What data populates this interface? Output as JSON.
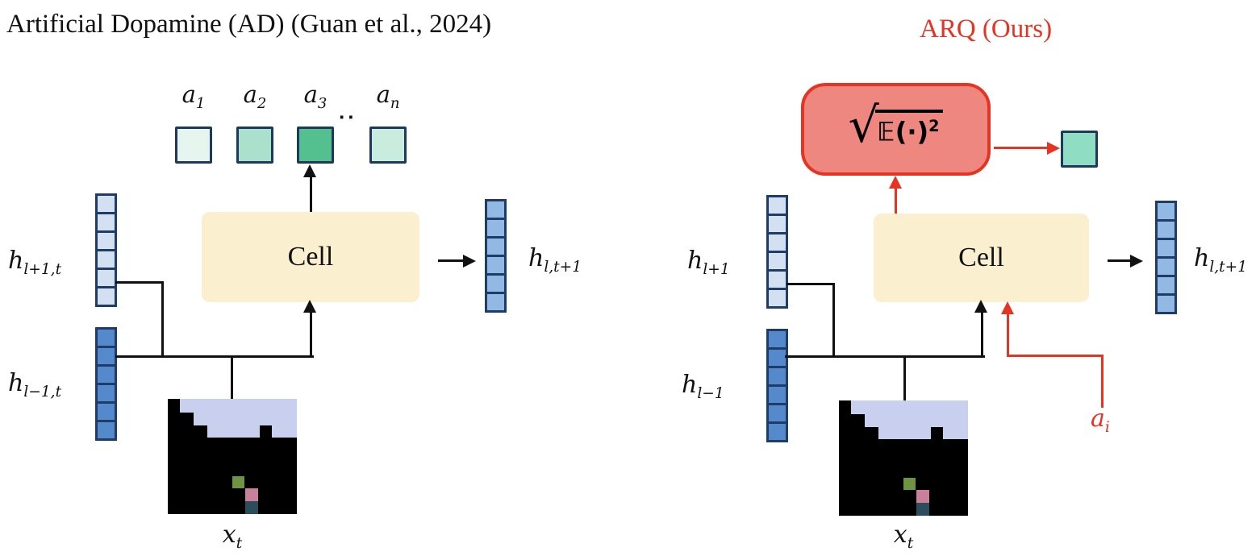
{
  "left": {
    "title": "Artificial Dopamine (AD) (Guan et al., 2024)",
    "dots": "∙∙",
    "actions": [
      {
        "label": {
          "base": "a",
          "sub": "1"
        },
        "fill": "#e6f5ee"
      },
      {
        "label": {
          "base": "a",
          "sub": "2"
        },
        "fill": "#abe0cd"
      },
      {
        "label": {
          "base": "a",
          "sub": "3"
        },
        "fill": "#54c08f"
      },
      {
        "label": {
          "base": "a",
          "sub": "n"
        },
        "fill": "#c9ecdf"
      }
    ],
    "cell_label": "Cell",
    "top_vector_label": {
      "base": "h",
      "sub": "l+1,t"
    },
    "bottom_vector_label": {
      "base": "h",
      "sub": "l−1,t"
    },
    "image_label": {
      "base": "x",
      "sub": "t"
    },
    "output_label": {
      "base": "h",
      "sub": "l,t+1"
    }
  },
  "right": {
    "title": "ARQ (Ours)",
    "formula": {
      "radical": "√",
      "radicand": "𝔼(·)",
      "exponent": "2"
    },
    "cell_label": "Cell",
    "top_vector_label": {
      "base": "h",
      "sub": "l+1"
    },
    "bottom_vector_label": {
      "base": "h",
      "sub": "l−1"
    },
    "image_label": {
      "base": "x",
      "sub": "t"
    },
    "action_input_label": {
      "base": "a",
      "sub": "i"
    },
    "output_label": {
      "base": "h",
      "sub": "l,t+1"
    }
  },
  "vectors": {
    "cells": 6
  },
  "colors": {
    "accent_red": "#e63322",
    "red_box_fill": "#ee8780",
    "cell_fill": "#faf0cf",
    "light_vector_fill": "#d2e0f2",
    "dark_vector_fill": "#5489cc",
    "output_vector_fill": "#92b9e3",
    "vector_border": "#1f3c66",
    "square_border": "#1d3a5e",
    "reward_square_fill": "#8fdec4",
    "line_black": "#111111",
    "game_sky": "#c9cfee",
    "game_bg": "#000000",
    "game_green": "#6d9440",
    "game_pink": "#c9809a",
    "game_teal": "#2b4d5c"
  }
}
